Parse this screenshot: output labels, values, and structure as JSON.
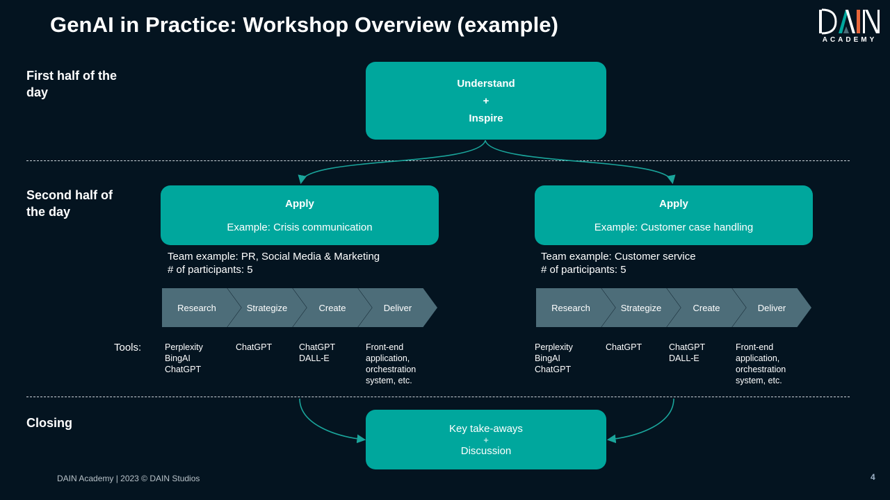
{
  "title": "GenAI in Practice: Workshop Overview (example)",
  "logo": {
    "letters": [
      "D",
      "A",
      "I",
      "N"
    ],
    "subtitle": "ACADEMY",
    "colors": {
      "white": "#ffffff",
      "teal": "#00a79d",
      "orange": "#e8663a"
    }
  },
  "sections": {
    "first": "First half of the day",
    "second": "Second half of the day",
    "closing": "Closing"
  },
  "understand_box": {
    "line1": "Understand",
    "plus": "+",
    "line2": "Inspire"
  },
  "tracks": [
    {
      "heading": "Apply",
      "example": "Example: Crisis communication",
      "team": "Team example: PR, Social Media & Marketing",
      "participants": "# of participants: 5",
      "steps": [
        "Research",
        "Strategize",
        "Create",
        "Deliver"
      ],
      "tools": [
        [
          "Perplexity",
          "BingAI",
          "ChatGPT"
        ],
        [
          "ChatGPT"
        ],
        [
          "ChatGPT",
          "DALL-E"
        ],
        [
          "Front-end",
          "application,",
          "orchestration",
          "system, etc."
        ]
      ]
    },
    {
      "heading": "Apply",
      "example": "Example: Customer case handling",
      "team": "Team example: Customer service",
      "participants": "# of participants: 5",
      "steps": [
        "Research",
        "Strategize",
        "Create",
        "Deliver"
      ],
      "tools": [
        [
          "Perplexity",
          "BingAI",
          "ChatGPT"
        ],
        [
          "ChatGPT"
        ],
        [
          "ChatGPT",
          "DALL-E"
        ],
        [
          "Front-end",
          "application,",
          "orchestration",
          "system, etc."
        ]
      ]
    }
  ],
  "tools_label": "Tools:",
  "closing_box": {
    "line1": "Key take-aways",
    "plus": "+",
    "line2": "Discussion"
  },
  "footer": "DAIN Academy | 2023 © DAIN Studios",
  "page_number": "4",
  "colors": {
    "background": "#041420",
    "accent": "#00a79d",
    "chevron": "#4d6d79"
  }
}
